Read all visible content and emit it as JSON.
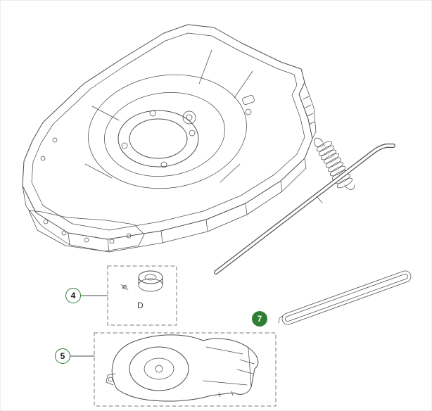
{
  "diagram": {
    "callouts": [
      {
        "number": "4",
        "style": "outline"
      },
      {
        "number": "5",
        "style": "outline"
      },
      {
        "number": "7",
        "style": "filled"
      }
    ],
    "markings": {
      "part4_letter": "D"
    },
    "figures": {
      "main_drawing": "mower-deck-housing",
      "upper_right_parts": [
        "tension-spring",
        "guard-rod"
      ],
      "part4": "pulley-with-screw",
      "part5": "belt-cover",
      "part7": "wire-loop"
    },
    "colors": {
      "accent_green": "#2e7d32",
      "line": "#4d4d4d",
      "dashed_box": "#7a7a7a",
      "background": "#ffffff"
    }
  }
}
